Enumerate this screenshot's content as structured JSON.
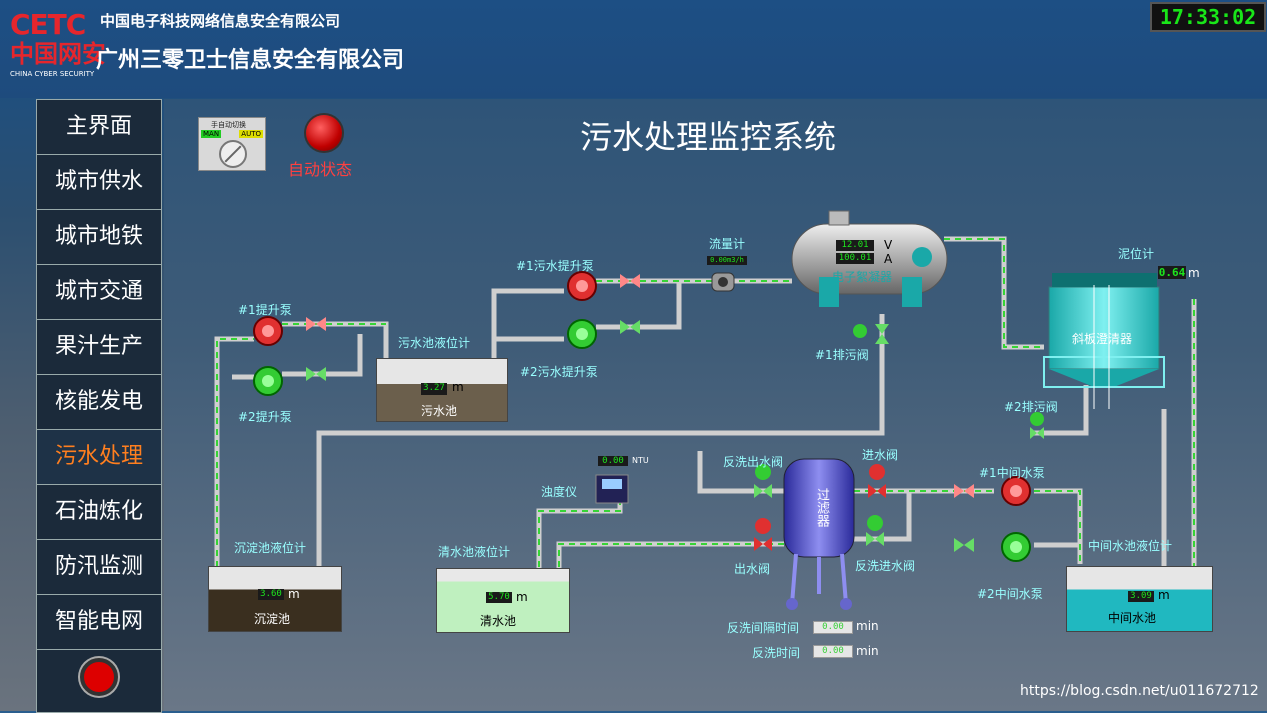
{
  "header": {
    "logo_text": "CETC",
    "logo_cn": "中国网安",
    "logo_en": "CHINA CYBER SECURITY",
    "org_line1": "中国电子科技网络信息安全有限公司",
    "org_line2": "广州三零卫士信息安全有限公司",
    "clock": "17:33:02"
  },
  "sidebar": {
    "items": [
      {
        "label": "主界面"
      },
      {
        "label": "城市供水"
      },
      {
        "label": "城市地铁"
      },
      {
        "label": "城市交通"
      },
      {
        "label": "果汁生产"
      },
      {
        "label": "核能发电"
      },
      {
        "label": "污水处理"
      },
      {
        "label": "石油炼化"
      },
      {
        "label": "防汛监测"
      },
      {
        "label": "智能电网"
      }
    ],
    "active_index": 6
  },
  "main": {
    "title": "污水处理监控系统",
    "mode_switch": {
      "title": "手自动切换",
      "man": "MAN",
      "auto": "AUTO"
    },
    "status_label": "自动状态",
    "labels": {
      "pump1_lift": "#1提升泵",
      "pump2_lift": "#2提升泵",
      "sewage_pool_level": "污水池液位计",
      "sewage_pool": "污水池",
      "sewage_level_value": "3.27",
      "unit_m": "m",
      "sewage_pump1": "#1污水提升泵",
      "sewage_pump2": "#2污水提升泵",
      "flowmeter": "流量计",
      "flow_value": "0.00m3/h",
      "electro_coag": "电子絮凝器",
      "voltage_value": "12.01",
      "current_value": "100.01",
      "v": "V",
      "a": "A",
      "drain1": "#1排污阀",
      "drain2": "#2排污阀",
      "mud_meter": "泥位计",
      "mud_value": "0.64",
      "clarifier": "斜板澄清器",
      "turbidity": "浊度仪",
      "turbidity_value": "0.00",
      "ntu": "NTU",
      "backwash_out": "反洗出水阀",
      "inlet_valve": "进水阀",
      "filter": "过滤器",
      "outlet_valve": "出水阀",
      "backwash_in": "反洗进水阀",
      "mid_pump1": "#1中间水泵",
      "mid_pump2": "#2中间水泵",
      "mid_pool_level": "中间水池液位计",
      "mid_pool": "中间水池",
      "mid_level_value": "3.09",
      "sed_pool_level": "沉淀池液位计",
      "sed_pool": "沉淀池",
      "sed_level_value": "3.60",
      "clean_pool_level": "清水池液位计",
      "clean_pool": "清水池",
      "clean_level_value": "5.70",
      "backwash_interval": "反洗间隔时间",
      "backwash_time": "反洗时间",
      "time_value": "0.00",
      "min": "min"
    }
  },
  "watermark": "https://blog.csdn.net/u011672712",
  "colors": {
    "accent_active": "#ff7f1f",
    "digit_green": "#1de51d",
    "pump_red": "#e03030",
    "pump_green": "#33cc33"
  }
}
